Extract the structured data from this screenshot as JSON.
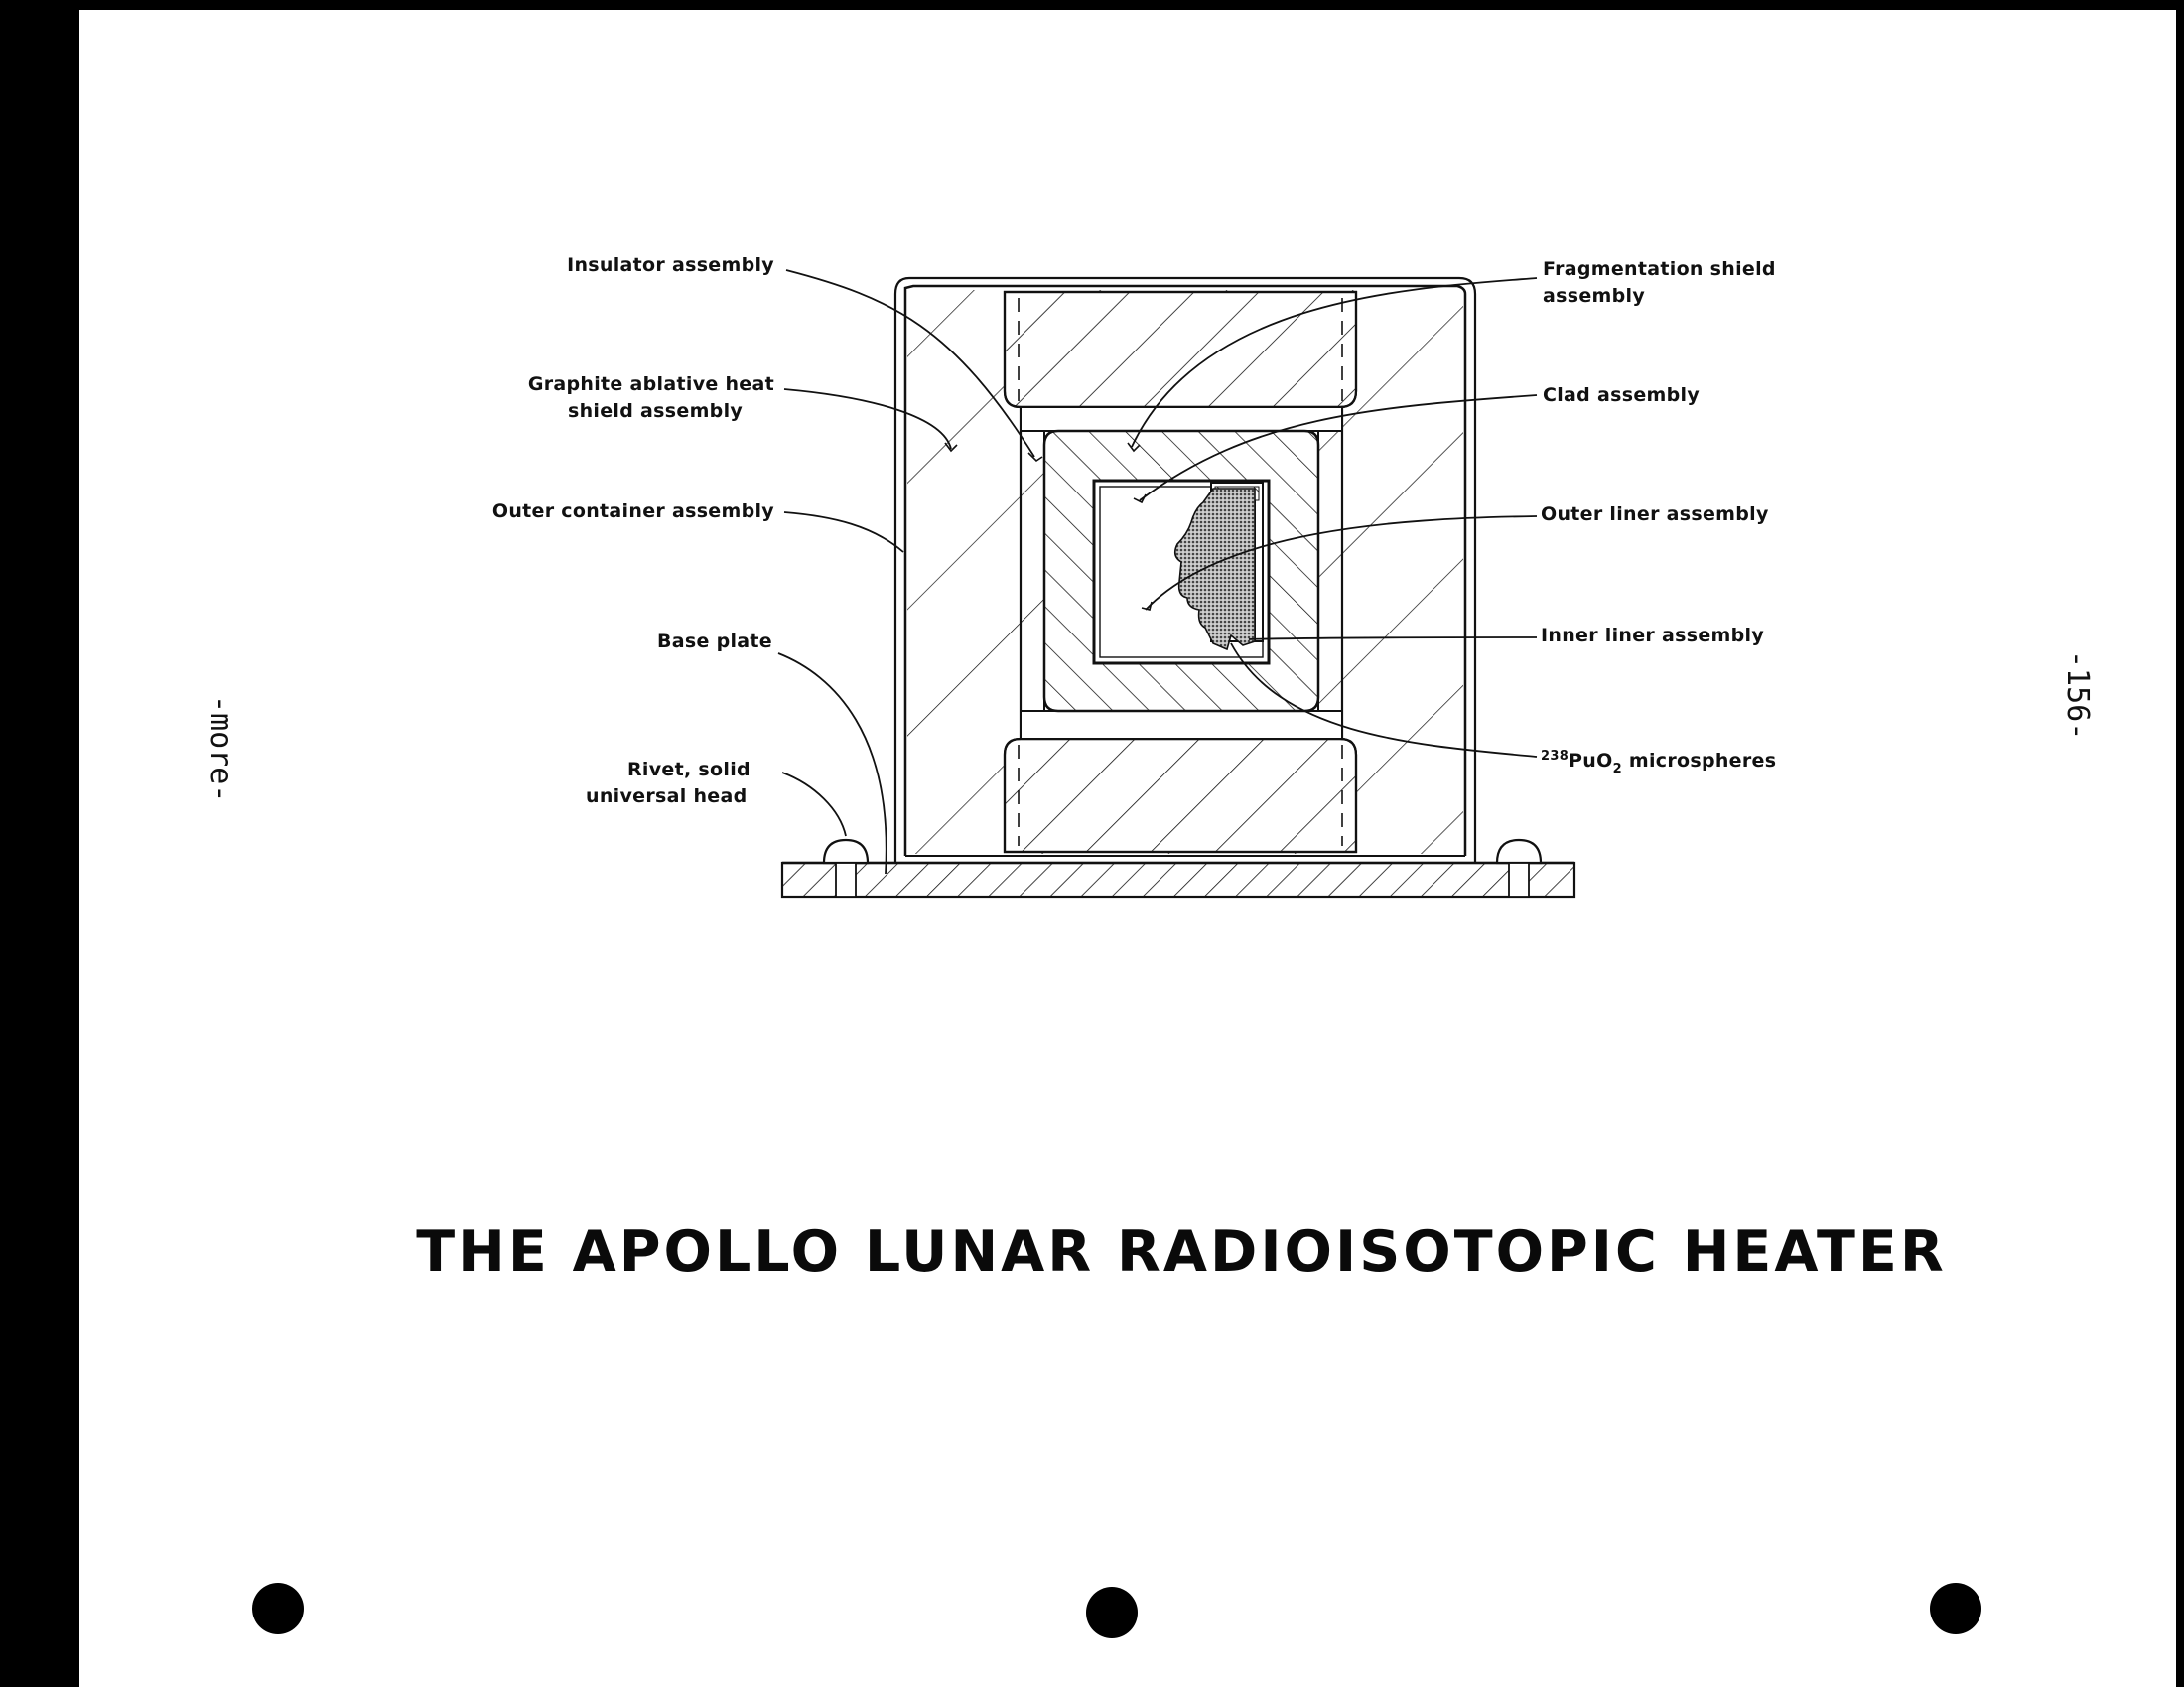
{
  "title": "THE APOLLO LUNAR RADIOISOTOPIC HEATER",
  "margin_left": "-more-",
  "margin_right": "-156-",
  "labels": {
    "insulator": "Insulator assembly",
    "graphite_line1": "Graphite ablative heat",
    "graphite_line2": "shield assembly",
    "outer_container": "Outer container assembly",
    "base_plate": "Base plate",
    "rivet_line1": "Rivet, solid",
    "rivet_line2": "universal head",
    "fragmentation_line1": "Fragmentation shield",
    "fragmentation_line2": "assembly",
    "clad": "Clad assembly",
    "outer_liner": "Outer liner assembly",
    "inner_liner": "Inner liner assembly",
    "pu_superscript": "238",
    "pu_main": "PuO",
    "pu_subscript": "2",
    "pu_rest": "microspheres"
  },
  "colors": {
    "ink": "#111111",
    "fuel_fill": "#8a8a8a",
    "paper": "#ffffff"
  }
}
